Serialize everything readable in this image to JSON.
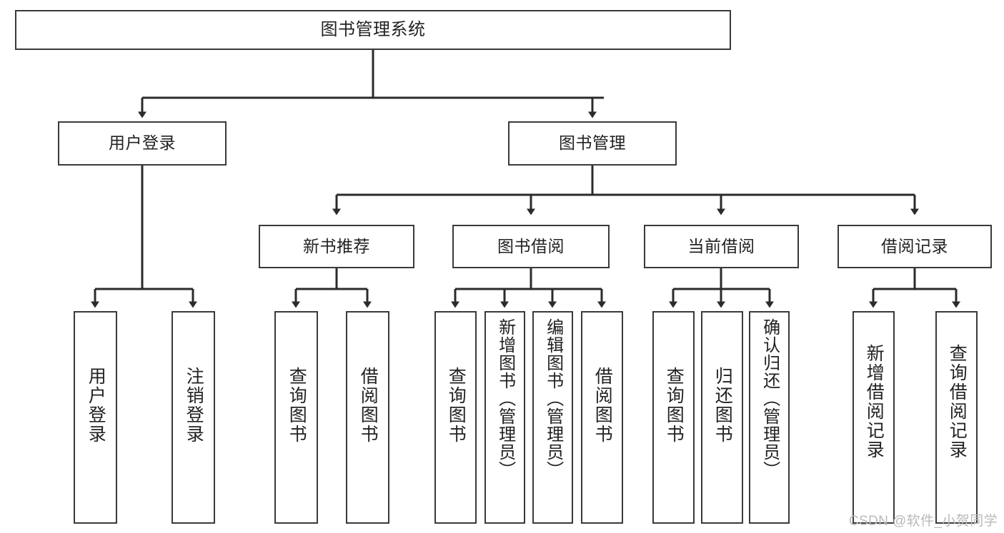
{
  "diagram": {
    "type": "tree-hierarchy",
    "title": "图书管理系统",
    "watermark": "CSDN @软件_小贺同学",
    "colors": {
      "box_border": "#3a3a3a",
      "box_fill": "#ffffff",
      "edge": "#2b2b2b",
      "text": "#222222",
      "watermark": "#b9b9b9"
    },
    "nodes": {
      "root": {
        "label": "图书管理系统",
        "level": 1,
        "orientation": "horizontal"
      },
      "l2": [
        {
          "id": "user-login",
          "label": "用户登录",
          "orientation": "horizontal"
        },
        {
          "id": "book-manage",
          "label": "图书管理",
          "orientation": "horizontal"
        }
      ],
      "l3": [
        {
          "id": "new-book-recommend",
          "label": "新书推荐",
          "orientation": "horizontal",
          "parent": "book-manage"
        },
        {
          "id": "book-borrow",
          "label": "图书借阅",
          "orientation": "horizontal",
          "parent": "book-manage"
        },
        {
          "id": "current-borrow",
          "label": "当前借阅",
          "orientation": "horizontal",
          "parent": "book-manage"
        },
        {
          "id": "borrow-record",
          "label": "借阅记录",
          "orientation": "horizontal",
          "parent": "book-manage"
        }
      ],
      "leaves": [
        {
          "id": "leaf-user-login",
          "label": "用户登录",
          "orientation": "vertical",
          "parent": "user-login"
        },
        {
          "id": "leaf-logout",
          "label": "注销登录",
          "orientation": "vertical",
          "parent": "user-login"
        },
        {
          "id": "leaf-query-book-rec",
          "label": "查询图书",
          "orientation": "vertical",
          "parent": "new-book-recommend"
        },
        {
          "id": "leaf-borrow-book-rec",
          "label": "借阅图书",
          "orientation": "vertical",
          "parent": "new-book-recommend"
        },
        {
          "id": "leaf-query-book-brw",
          "label": "查询图书",
          "orientation": "vertical",
          "parent": "book-borrow"
        },
        {
          "id": "leaf-add-book-admin",
          "label": "新增图书（管理员）",
          "orientation": "vertical",
          "parent": "book-borrow"
        },
        {
          "id": "leaf-edit-book-admin",
          "label": "编辑图书（管理员）",
          "orientation": "vertical",
          "parent": "book-borrow"
        },
        {
          "id": "leaf-borrow-book-brw",
          "label": "借阅图书",
          "orientation": "vertical",
          "parent": "book-borrow"
        },
        {
          "id": "leaf-query-book-cur",
          "label": "查询图书",
          "orientation": "vertical",
          "parent": "current-borrow"
        },
        {
          "id": "leaf-return-book",
          "label": "归还图书",
          "orientation": "vertical",
          "parent": "current-borrow"
        },
        {
          "id": "leaf-confirm-return",
          "label": "确认归还（管理员）",
          "orientation": "vertical",
          "parent": "current-borrow"
        },
        {
          "id": "leaf-add-borrow-record",
          "label": "新增借阅记录",
          "orientation": "vertical",
          "parent": "borrow-record"
        },
        {
          "id": "leaf-query-borrow-record",
          "label": "查询借阅记录",
          "orientation": "vertical",
          "parent": "borrow-record"
        }
      ]
    }
  }
}
